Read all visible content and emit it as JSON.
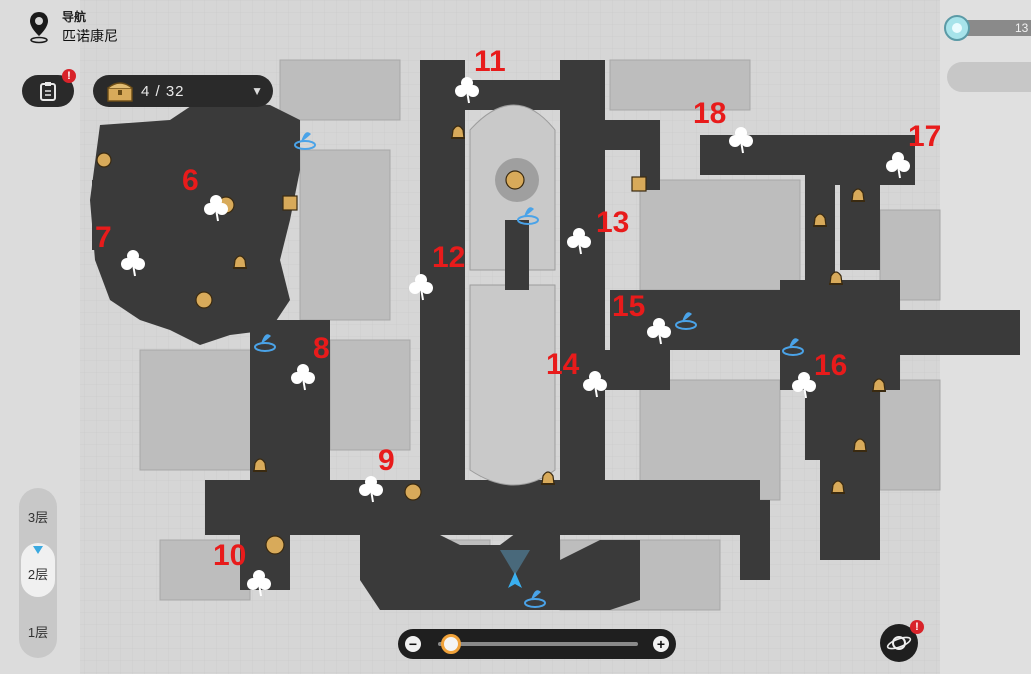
{
  "location": {
    "label": "导航",
    "name": "匹诺康尼",
    "pin_icon": "map-pin-icon"
  },
  "toolbar": {
    "mission_icon": "clipboard-icon",
    "mission_badge": "!",
    "chest_icon": "treasure-chest-icon",
    "chest_count": "4 / 32",
    "chest_caret": "▼"
  },
  "top_right": {
    "icon": "trailblaze-power-icon",
    "value": "13"
  },
  "floors": {
    "items": [
      "3层",
      "2层",
      "1层"
    ],
    "active": "2层"
  },
  "zoom": {
    "minus": "−",
    "plus": "+",
    "level": 0.05
  },
  "navigation_button": {
    "icon": "planet-navigation-icon",
    "badge": "!"
  },
  "markers": {
    "clover_color": "#ffffff",
    "number_color": "#e81b1b",
    "bell_color": "#d8aa5a",
    "teleport_color": "#4aa3e8",
    "labels": [
      "6",
      "7",
      "8",
      "9",
      "10",
      "11",
      "12",
      "13",
      "14",
      "15",
      "16",
      "17",
      "18"
    ]
  }
}
